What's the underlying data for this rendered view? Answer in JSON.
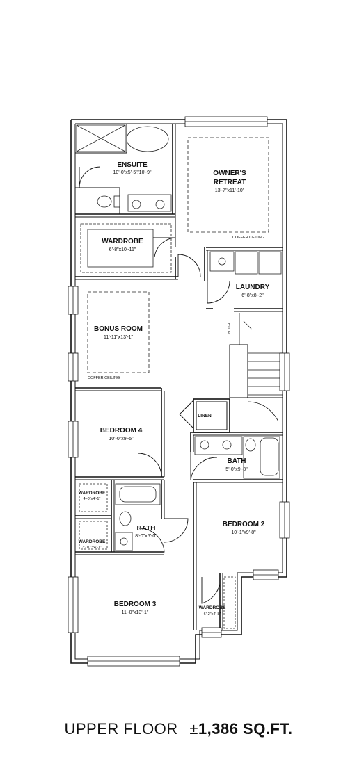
{
  "rooms": {
    "ensuite": {
      "name": "ENSUITE",
      "dims": "10'-0\"x5'-5\"/10'-9\""
    },
    "owners_retreat": {
      "name_line1": "OWNER'S",
      "name_line2": "RETREAT",
      "dims": "13'-7\"x11'-10\""
    },
    "wardrobe_main": {
      "name": "WARDROBE",
      "dims": "6'-8\"x10'-11\""
    },
    "laundry": {
      "name": "LAUNDRY",
      "dims": "6'-8\"x8'-2\""
    },
    "bonus_room": {
      "name": "BONUS ROOM",
      "dims": "11'-11\"x13'-1\""
    },
    "bedroom_4": {
      "name": "BEDROOM 4",
      "dims": "10'-0\"x9'-5\""
    },
    "linen": {
      "name": "LINEN"
    },
    "bath_upper": {
      "name": "BATH",
      "dims": "5'-0\"x9'-8\""
    },
    "wardrobe_b4": {
      "name": "WARDROBE",
      "dims": "4'-0\"x4'-1\""
    },
    "bath_lower": {
      "name": "BATH",
      "dims": "8'-0\"x5'-0\""
    },
    "wardrobe_b3": {
      "name": "WARDROBE",
      "dims": "3'-10\"x4'-1\""
    },
    "bedroom_2": {
      "name": "BEDROOM 2",
      "dims": "10'-1\"x9'-8\""
    },
    "bedroom_3": {
      "name": "BEDROOM 3",
      "dims": "11'-0\"x13'-1\""
    },
    "wardrobe_b2": {
      "name": "WARDROBE",
      "dims": "6'-2\"x4'-8\""
    }
  },
  "notes": {
    "coffer_owner": "COFFER CEILING",
    "coffer_bonus": "COFFER CEILING",
    "stair": "DN 16R"
  },
  "caption": {
    "prefix": "UPPER FLOOR",
    "symbol": "±",
    "area": "1,386 SQ.FT."
  },
  "colors": {
    "wall": "#111111",
    "wall_fill": "#ffffff",
    "fixture": "#222222",
    "dashed": "#444444"
  }
}
